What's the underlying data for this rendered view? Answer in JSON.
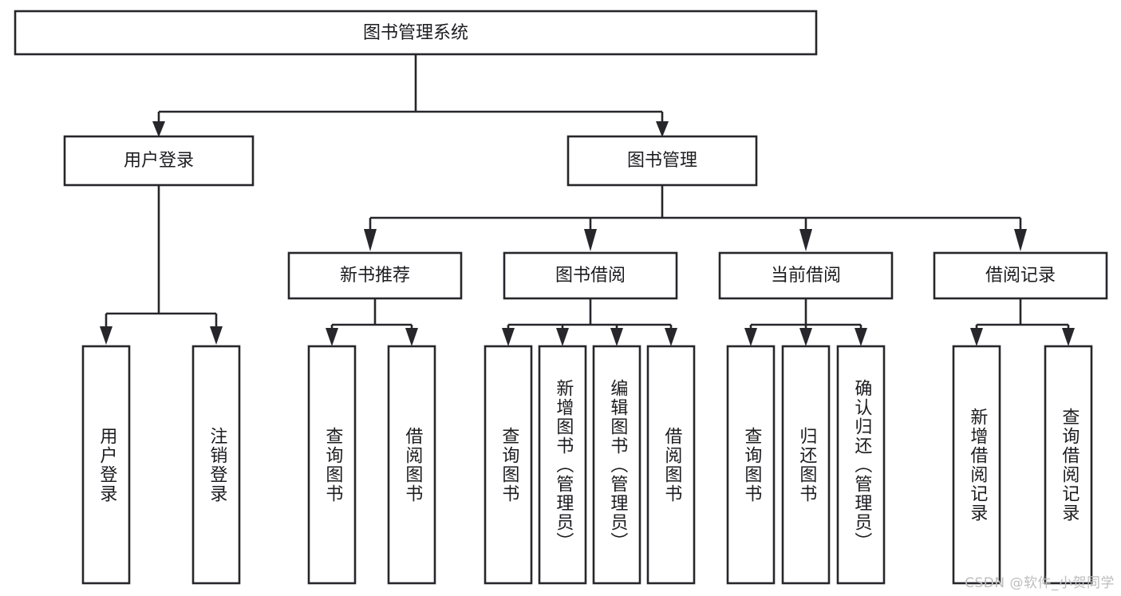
{
  "diagram": {
    "type": "tree",
    "title": "图书管理系统",
    "watermark": "CSDN @软件_小贺同学",
    "colors": {
      "stroke": "#26262b",
      "fill": "#ffffff",
      "text": "#1c1c20",
      "watermark": "#bdbdbd",
      "background": "#ffffff"
    },
    "root": {
      "label": "图书管理系统"
    },
    "level1": [
      {
        "label": "用户登录"
      },
      {
        "label": "图书管理"
      }
    ],
    "level2": [
      {
        "label": "新书推荐"
      },
      {
        "label": "图书借阅"
      },
      {
        "label": "当前借阅"
      },
      {
        "label": "借阅记录"
      }
    ],
    "leaves": {
      "user_login": [
        {
          "label": "用户登录"
        },
        {
          "label": "注销登录"
        }
      ],
      "new_book_recommend": [
        {
          "label": "查询图书"
        },
        {
          "label": "借阅图书"
        }
      ],
      "book_borrow": [
        {
          "label": "查询图书"
        },
        {
          "label": "新增图书（管理员）"
        },
        {
          "label": "编辑图书（管理员）"
        },
        {
          "label": "借阅图书"
        }
      ],
      "current_borrow": [
        {
          "label": "查询图书"
        },
        {
          "label": "归还图书"
        },
        {
          "label": "确认归还（管理员）"
        }
      ],
      "borrow_record": [
        {
          "label": "新增借阅记录"
        },
        {
          "label": "查询借阅记录"
        }
      ]
    }
  }
}
